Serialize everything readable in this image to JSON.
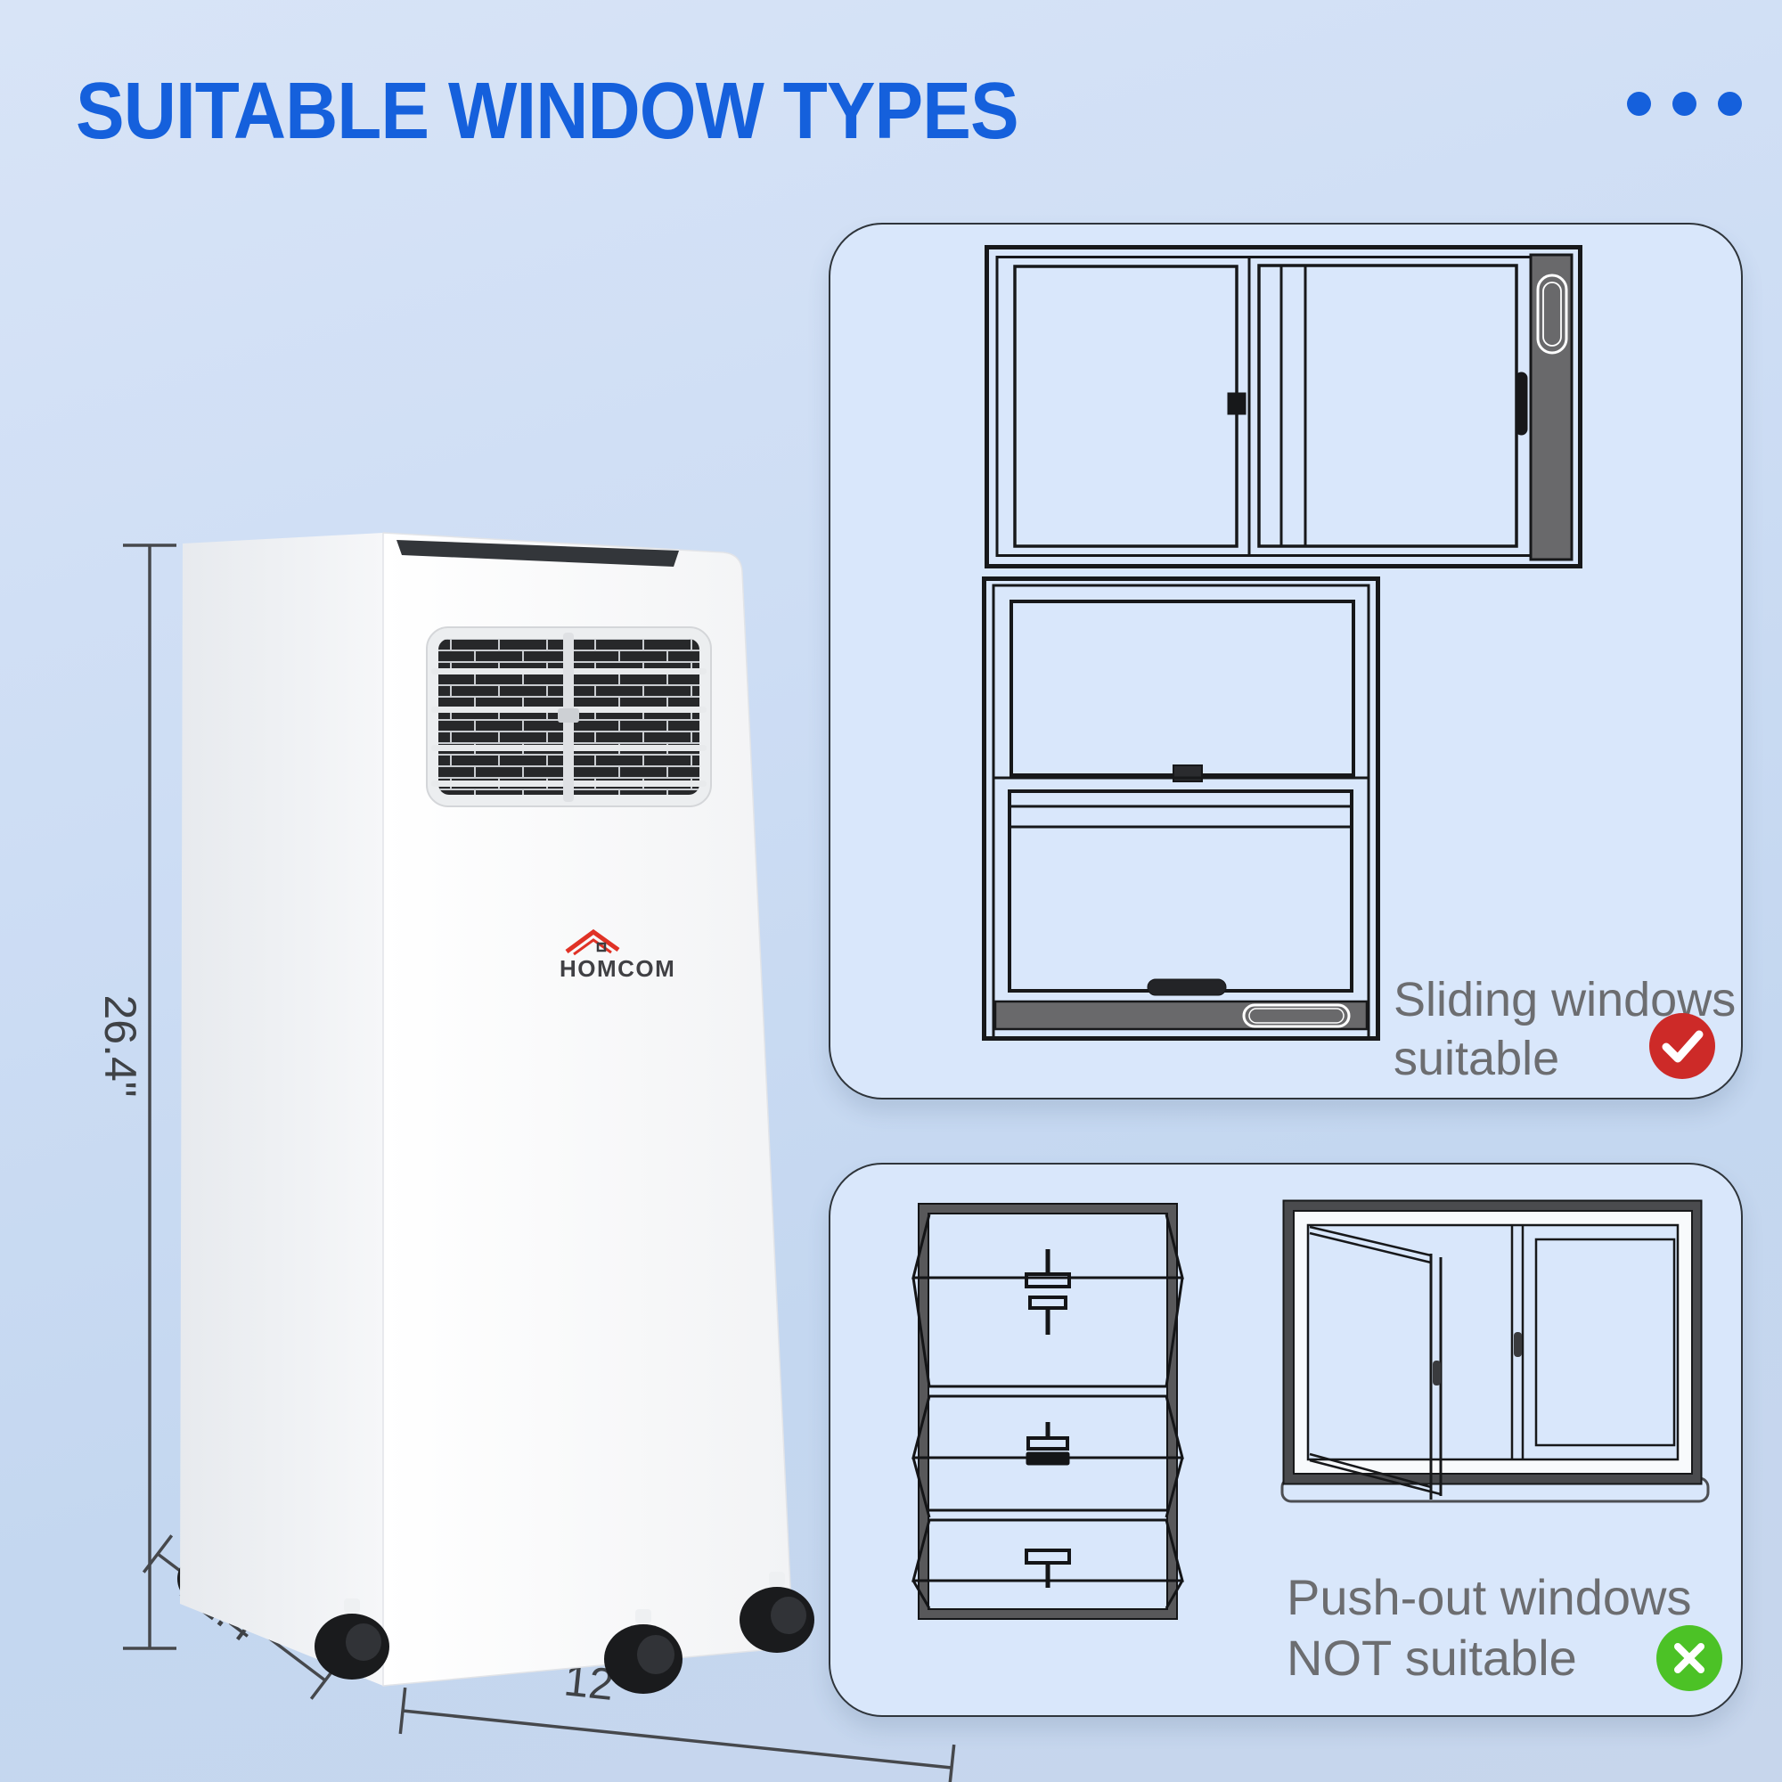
{
  "title": "SUITABLE WINDOW TYPES",
  "product": {
    "brand": "HOMCOM",
    "dimension_height": "26.4\"",
    "dimension_depth": "11.4\"",
    "dimension_width": "12\""
  },
  "panel_suitable": {
    "caption_line1": "Sliding windows",
    "caption_line2": "suitable",
    "verdict_icon": "check-icon",
    "diagrams": [
      "horizontal-sliding-window",
      "double-hung-window"
    ]
  },
  "panel_not_suitable": {
    "caption_line1": "Push-out windows",
    "caption_line2": "NOT suitable",
    "verdict_icon": "cross-icon",
    "diagrams": [
      "awning-push-out-window",
      "casement-window"
    ]
  },
  "colors": {
    "accent_blue": "#1560dc",
    "panel_background": "#d9e7fb",
    "line_art": "#17181a",
    "window_kit_gray": "#69696b",
    "caption_gray": "#6c6d70",
    "check_red": "#cd2a28",
    "cross_green": "#4cc226",
    "logo_red": "#e03226"
  }
}
